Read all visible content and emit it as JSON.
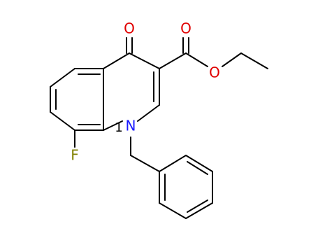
{
  "molecule": {
    "atoms": {
      "ketone_oxygen": {
        "symbol": "O",
        "color": "#e00000"
      },
      "carbonyl_oxygen": {
        "symbol": "O",
        "color": "#e00000"
      },
      "ester_oxygen": {
        "symbol": "O",
        "color": "#e00000"
      },
      "ring_nitrogen": {
        "symbol": "N",
        "color": "#1a1aff"
      },
      "fluorine": {
        "symbol": "F",
        "color": "#808000"
      },
      "nitrogen_locant": {
        "symbol": "1",
        "color": "#000000"
      }
    },
    "bond_color": "#000000"
  }
}
